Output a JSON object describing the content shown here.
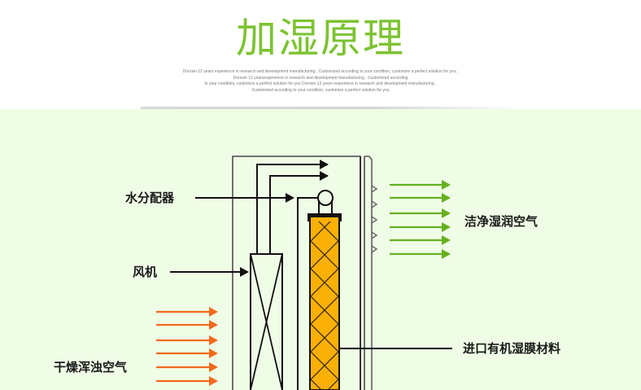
{
  "header": {
    "title": "加湿原理",
    "description_lines": [
      "Dorosin 12 years experience in research and development manufacturing , Customized according to your condition, customize a perfect solution for you ,",
      "Dorosin 12 yearsexperience in research and development manufacturing , Customized according",
      "to your condition, customize a perfect solution for you Dorosin 12 years experience in research and development manufacturing ,",
      "Customized according to your condition, customize a perfect solution for you"
    ]
  },
  "diagram": {
    "labels": {
      "water_distributor": "水分配器",
      "fan": "风机",
      "dry_air": "干燥浑浊空气",
      "clean_air": "洁净湿润空气",
      "media": "进口有机湿膜材料"
    },
    "colors": {
      "title_green": "#7dc332",
      "panel_bg": "#f0fde6",
      "inflow_arrow": "#f26a1b",
      "outflow_arrow": "#66b01f",
      "media_fill": "#fbb006",
      "line": "#111111"
    },
    "inflow_arrow_count": 7,
    "outflow_arrow_count": 6
  }
}
